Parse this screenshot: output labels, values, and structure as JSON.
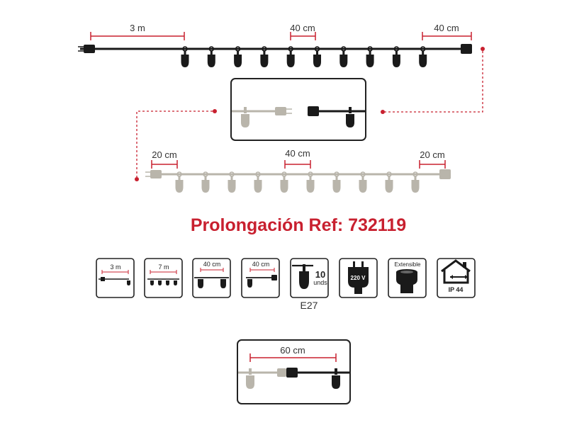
{
  "colors": {
    "dark": "#1a1a1a",
    "gray": "#b9b5ab",
    "accent": "#c8202f",
    "frame": "#222222"
  },
  "top_string": {
    "lead_label": "3 m",
    "spacing_label": "40 cm",
    "end_label": "40 cm",
    "bulbs": 10
  },
  "extension_string": {
    "start_label": "20 cm",
    "spacing_label": "40 cm",
    "end_label": "20 cm",
    "bulbs": 10
  },
  "title": "Prolongación Ref: 732119",
  "icons": [
    {
      "name": "lead-length",
      "label": "3 m"
    },
    {
      "name": "total-length",
      "label": "7 m"
    },
    {
      "name": "bulb-spacing",
      "label": "40 cm"
    },
    {
      "name": "end-length",
      "label": "40 cm"
    },
    {
      "name": "bulb-count",
      "count": "10",
      "unit": "unds",
      "caption": "E27"
    },
    {
      "name": "voltage",
      "label": "220 V"
    },
    {
      "name": "extensible",
      "label": "Extensible"
    },
    {
      "name": "ip-rating",
      "label": "IP 44"
    }
  ],
  "bottom_detail": {
    "label": "60 cm"
  }
}
